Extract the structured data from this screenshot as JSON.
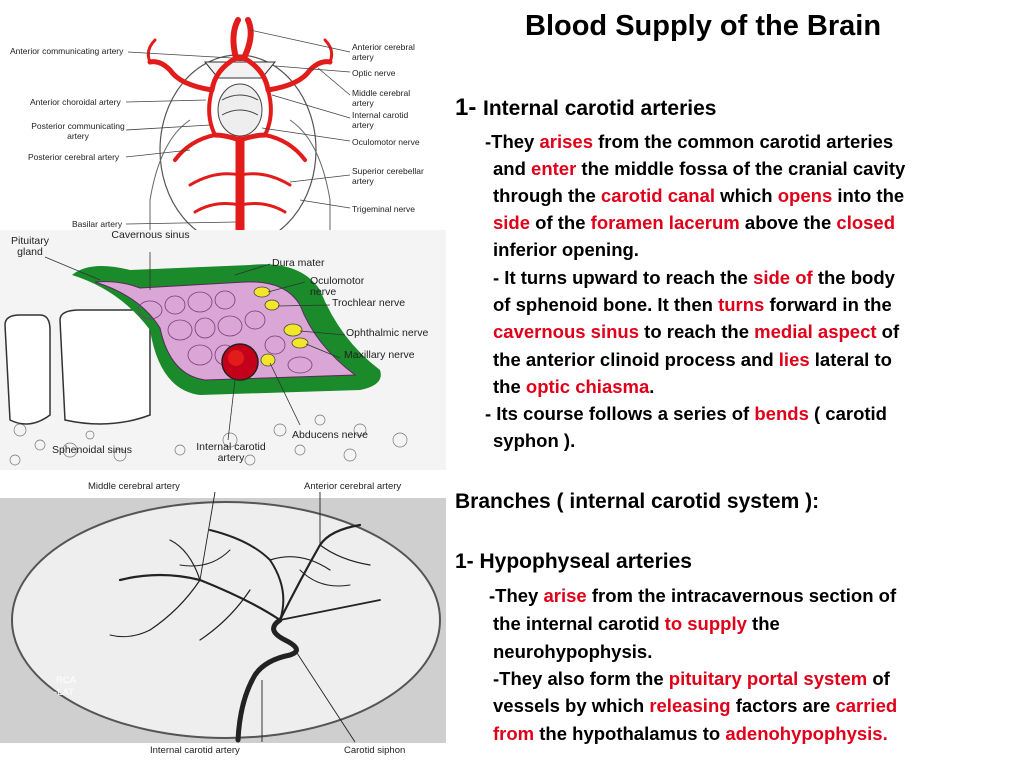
{
  "title": "Blood Supply of the Brain",
  "figure1": {
    "labels": {
      "acom": "Anterior communicating artery",
      "ant_choroidal": "Anterior choroidal artery",
      "pcom": "Posterior communicating artery",
      "pca": "Posterior cerebral artery",
      "basilar": "Basilar artery",
      "aca": "Anterior cerebral artery",
      "optic": "Optic nerve",
      "mca": "Middle cerebral artery",
      "ica": "Internal carotid artery",
      "oculomotor": "Oculomotor nerve",
      "sca": "Superior cerebellar artery",
      "trigeminal": "Trigeminal nerve"
    }
  },
  "figure2": {
    "labels": {
      "pituitary": "Pituitary gland",
      "cavernous": "Cavernous sinus",
      "dura": "Dura mater",
      "oculomotor": "Oculomotor nerve",
      "trochlear": "Trochlear nerve",
      "ophthalmic": "Ophthalmic nerve",
      "maxillary": "Maxillary nerve",
      "abducens": "Abducens nerve",
      "sphenoidal": "Sphenoidal sinus",
      "ica": "Internal carotid artery"
    }
  },
  "figure3": {
    "labels": {
      "mca": "Middle cerebral artery",
      "aca": "Anterior cerebral artery",
      "ica": "Internal carotid artery",
      "siphon": "Carotid siphon",
      "rca": "RCA",
      "lat": "-LAT"
    }
  },
  "section1": {
    "num": "1-",
    "heading": "Internal carotid arteries",
    "l1": [
      "-They ",
      "arises",
      " from the common carotid arteries"
    ],
    "l2": [
      "and ",
      "enter",
      " the middle fossa of the cranial cavity"
    ],
    "l3": [
      "through the ",
      "carotid canal",
      " which ",
      "opens",
      " into the"
    ],
    "l4": [
      "side",
      " of the ",
      "foramen lacerum",
      " above the ",
      "closed"
    ],
    "l5": "inferior opening.",
    "l6": [
      "- It turns upward to reach the ",
      "side of",
      " the body"
    ],
    "l7": [
      "of sphenoid bone. It then ",
      "turns",
      " forward in the"
    ],
    "l8": [
      "cavernous sinus",
      " to reach the ",
      "medial aspect",
      " of"
    ],
    "l9": [
      "the anterior clinoid process and ",
      "lies",
      " lateral to"
    ],
    "l10": [
      "the ",
      "optic chiasma",
      "."
    ],
    "l11": [
      "- Its course follows a series of ",
      "bends",
      "  ( carotid"
    ],
    "l12": "syphon )."
  },
  "branches_heading": "Branches ( internal carotid system ):",
  "section2": {
    "heading": "1- Hypophyseal arteries",
    "l1": [
      "-They ",
      "arise",
      " from the intracavernous section of"
    ],
    "l2": [
      "the internal carotid ",
      "to supply",
      " the"
    ],
    "l3": "neurohypophysis.",
    "l4": [
      "-They also form the ",
      "pituitary portal system",
      " of"
    ],
    "l5": [
      "vessels by which ",
      "releasing",
      " factors are ",
      "carried"
    ],
    "l6": [
      "from",
      " the hypothalamus to ",
      "adenohypophysis."
    ]
  },
  "colors": {
    "accent_red": "#e0001a",
    "artery_red": "#e21b1b",
    "dura_green": "#1a8a2a",
    "sinus_pink": "#d9a6d6",
    "nerve_yellow": "#f2e52a"
  }
}
